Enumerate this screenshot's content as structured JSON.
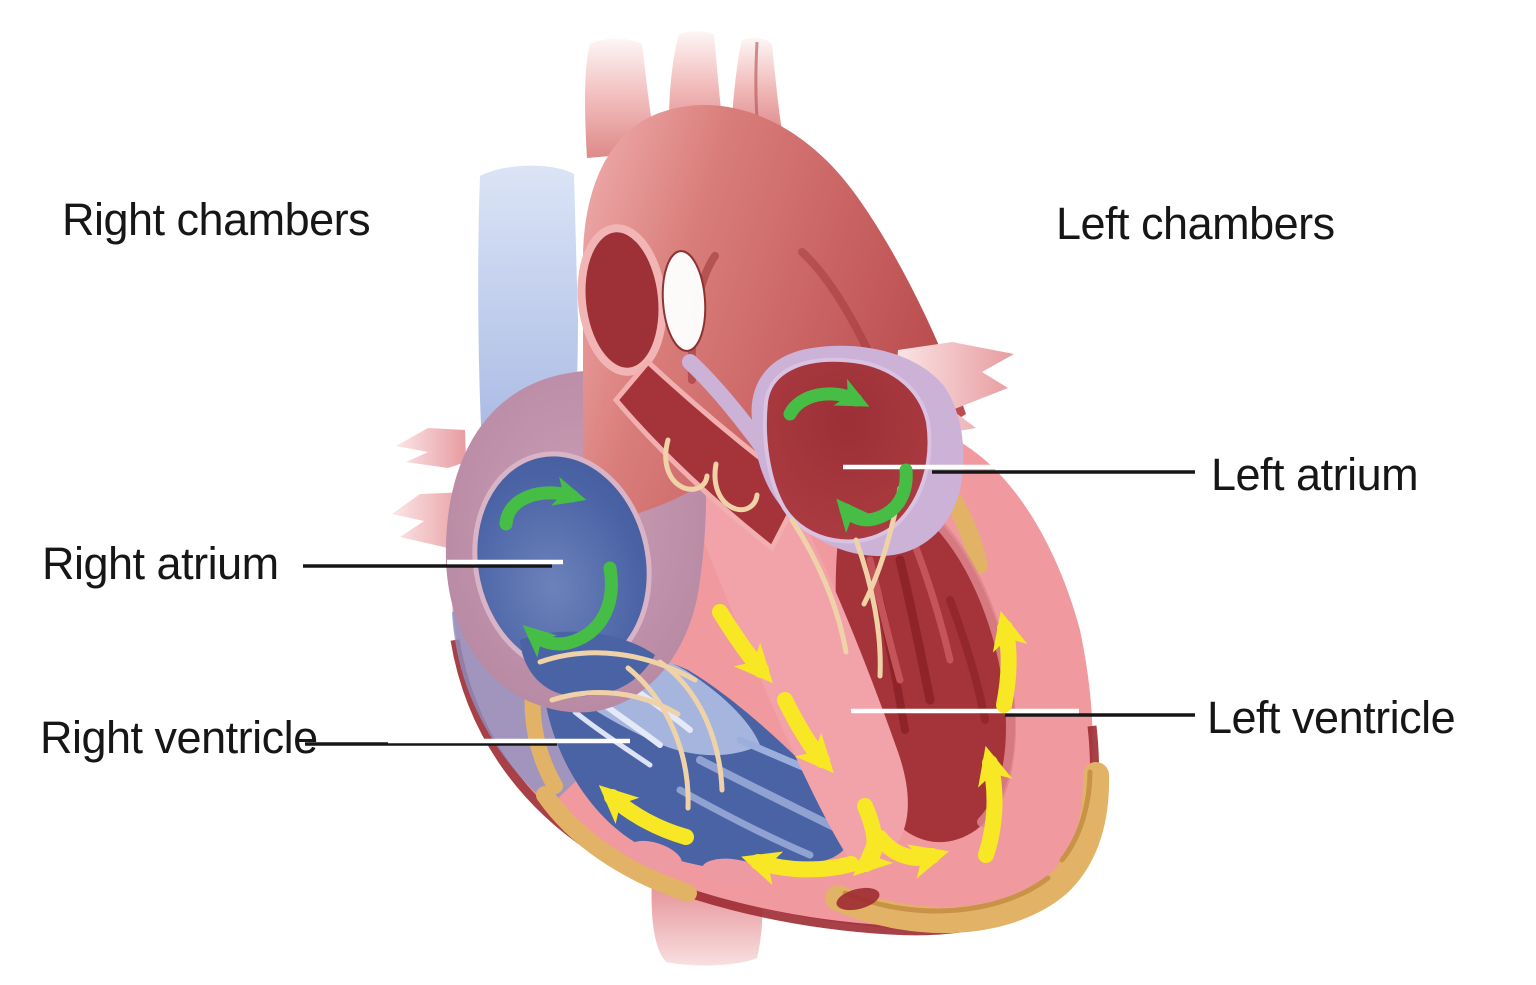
{
  "labels": {
    "right_chambers": "Right chambers",
    "left_chambers": "Left chambers",
    "right_atrium": "Right atrium",
    "right_ventricle": "Right ventricle",
    "left_atrium": "Left atrium",
    "left_ventricle": "Left ventricle"
  },
  "colors": {
    "background": "#ffffff",
    "label_text": "#161616",
    "leader_black": "#161616",
    "leader_white": "#ffffff",
    "flow_arrow_atria_green": "#46be46",
    "flow_arrow_ventricles_yellow": "#f8e725",
    "venous_blue": "#4a63a5",
    "venous_blue_light": "#afbee3",
    "vena_cava_blue": "#c3d0ee",
    "arterial_red": "#c2575b",
    "chamber_dark_red": "#a5333a",
    "myocardium_pink": "#f09aa0",
    "septum_pink": "#f2a3a9",
    "right_atrium_wall_mauve": "#bb8ba4",
    "left_atrium_wall_lavender": "#cbb2d6",
    "epicardial_fat_gold": "#e2b266",
    "valve_chordae_cream": "#efd2a8",
    "heart_outline_dark_red": "#9e2b33"
  }
}
